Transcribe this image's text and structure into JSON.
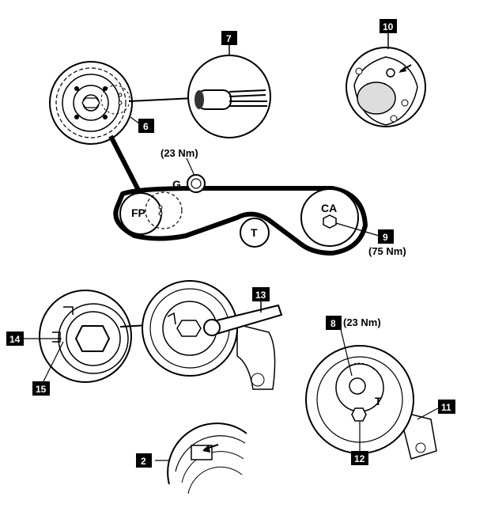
{
  "callouts": {
    "c2": "2",
    "c6": "6",
    "c7": "7",
    "c8": "8",
    "c9": "9",
    "c10": "10",
    "c11": "11",
    "c12": "12",
    "c13": "13",
    "c14": "14",
    "c15": "15"
  },
  "pulleys": {
    "fp": "FP",
    "ca": "CA",
    "t": "T",
    "g": "G",
    "t_tensioner": "T"
  },
  "torques": {
    "g_torque": "(23 Nm)",
    "ca_torque": "(75 Nm)",
    "bolt8_torque": "(23 Nm)"
  }
}
